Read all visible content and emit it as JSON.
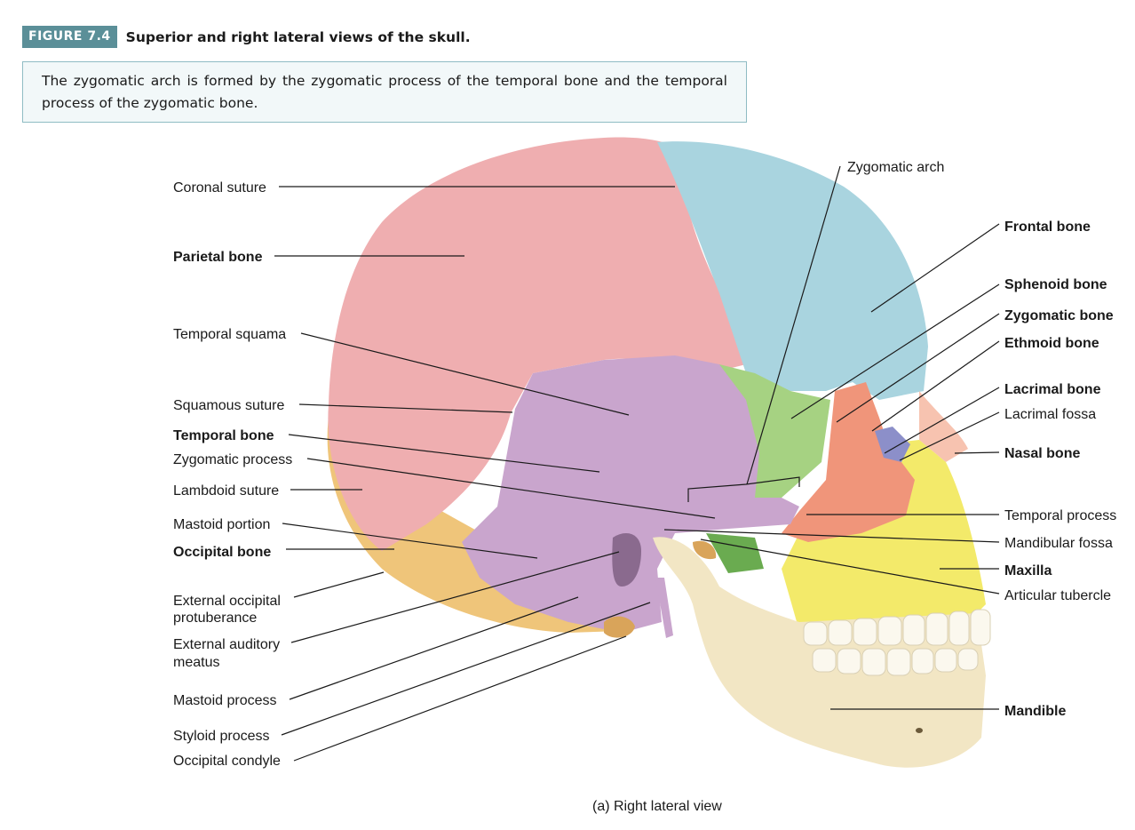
{
  "figure": {
    "tag": "FIGURE 7.4",
    "title": "Superior and right lateral views of the skull.",
    "caption": "The zygomatic arch is formed by the zygomatic process of the temporal bone and the temporal process of the zygomatic bone."
  },
  "labels": {
    "coronal_suture": "Coronal suture",
    "parietal_bone": "Parietal bone",
    "temporal_squama": "Temporal squama",
    "squamous_suture": "Squamous suture",
    "temporal_bone": "Temporal bone",
    "zygomatic_process": "Zygomatic process",
    "lambdoid_suture": "Lambdoid suture",
    "mastoid_portion": "Mastoid portion",
    "occipital_bone": "Occipital bone",
    "ext_occipital_protuberance_1": "External occipital",
    "ext_occipital_protuberance_2": "protuberance",
    "ext_auditory_meatus_1": "External auditory",
    "ext_auditory_meatus_2": "meatus",
    "mastoid_process": "Mastoid process",
    "styloid_process": "Styloid process",
    "occipital_condyle": "Occipital condyle",
    "zygomatic_arch": "Zygomatic arch",
    "frontal_bone": "Frontal bone",
    "sphenoid_bone": "Sphenoid bone",
    "zygomatic_bone": "Zygomatic bone",
    "ethmoid_bone": "Ethmoid bone",
    "lacrimal_bone": "Lacrimal bone",
    "lacrimal_fossa": "Lacrimal fossa",
    "nasal_bone": "Nasal bone",
    "temporal_process": "Temporal process",
    "mandibular_fossa": "Mandibular fossa",
    "maxilla": "Maxilla",
    "articular_tubercle": "Articular tubercle",
    "mandible": "Mandible"
  },
  "view_caption": "(a) Right lateral view",
  "colors": {
    "parietal": "#efaeb0",
    "frontal": "#a9d4df",
    "temporal": "#c9a5cd",
    "occipital": "#efc57a",
    "sphenoid": "#a6d282",
    "zygomatic": "#f0957a",
    "maxilla": "#f3ea6a",
    "mandible": "#f2e6c4",
    "nasal": "#f7c3b0",
    "ethmoid": "#8c8fc9",
    "teeth": "#fbf8ee",
    "tag_bg": "#5b8f98",
    "caption_border": "#8fbcc4"
  }
}
